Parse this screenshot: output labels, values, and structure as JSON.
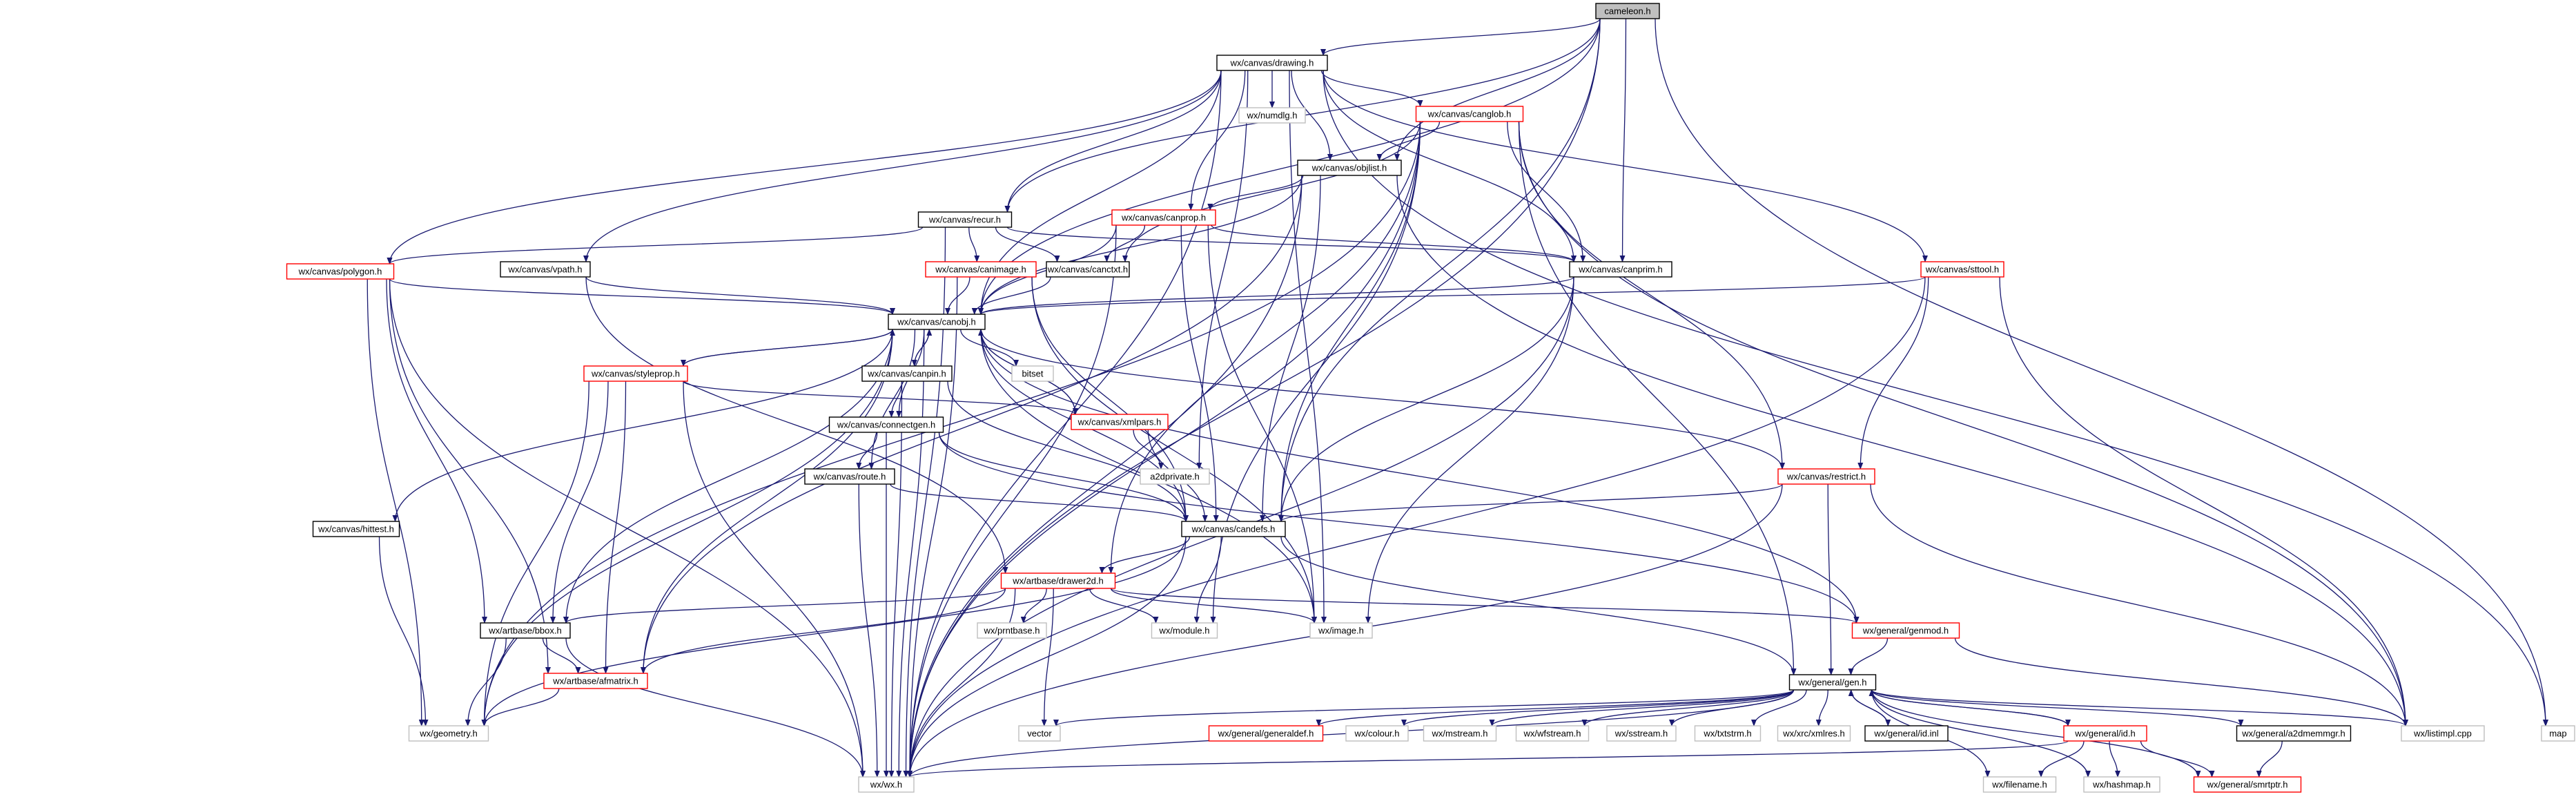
{
  "title": "cameleon.h",
  "colors": {
    "edge": "#191970",
    "black_border": "#000000",
    "red_border": "#ff0000",
    "gray_border": "#bfbfbf",
    "root_fill": "#bfbfbf",
    "node_fill": "#ffffff"
  },
  "nodes": [
    {
      "id": "cameleon",
      "label": "cameleon.h",
      "style": "root"
    },
    {
      "id": "drawing",
      "label": "wx/canvas/drawing.h",
      "style": "black"
    },
    {
      "id": "numdlg",
      "label": "wx/numdlg.h",
      "style": "gray"
    },
    {
      "id": "canglob",
      "label": "wx/canvas/canglob.h",
      "style": "red"
    },
    {
      "id": "objlist",
      "label": "wx/canvas/objlist.h",
      "style": "black"
    },
    {
      "id": "recur",
      "label": "wx/canvas/recur.h",
      "style": "black"
    },
    {
      "id": "canprop",
      "label": "wx/canvas/canprop.h",
      "style": "red"
    },
    {
      "id": "polygon",
      "label": "wx/canvas/polygon.h",
      "style": "red"
    },
    {
      "id": "vpath",
      "label": "wx/canvas/vpath.h",
      "style": "black"
    },
    {
      "id": "canimage",
      "label": "wx/canvas/canimage.h",
      "style": "red"
    },
    {
      "id": "canctxt",
      "label": "wx/canvas/canctxt.h",
      "style": "black"
    },
    {
      "id": "canprim",
      "label": "wx/canvas/canprim.h",
      "style": "black"
    },
    {
      "id": "sttool",
      "label": "wx/canvas/sttool.h",
      "style": "red"
    },
    {
      "id": "canobj",
      "label": "wx/canvas/canobj.h",
      "style": "black"
    },
    {
      "id": "styleprop",
      "label": "wx/canvas/styleprop.h",
      "style": "red"
    },
    {
      "id": "bitset",
      "label": "bitset",
      "style": "gray"
    },
    {
      "id": "canpin",
      "label": "wx/canvas/canpin.h",
      "style": "black"
    },
    {
      "id": "xmlpars",
      "label": "wx/canvas/xmlpars.h",
      "style": "red"
    },
    {
      "id": "connectgen",
      "label": "wx/canvas/connectgen.h",
      "style": "black"
    },
    {
      "id": "a2dprivate",
      "label": "a2dprivate.h",
      "style": "gray"
    },
    {
      "id": "restrict",
      "label": "wx/canvas/restrict.h",
      "style": "red"
    },
    {
      "id": "route",
      "label": "wx/canvas/route.h",
      "style": "black"
    },
    {
      "id": "hittest",
      "label": "wx/canvas/hittest.h",
      "style": "black"
    },
    {
      "id": "candefs",
      "label": "wx/canvas/candefs.h",
      "style": "black"
    },
    {
      "id": "drawer2d",
      "label": "wx/artbase/drawer2d.h",
      "style": "red"
    },
    {
      "id": "bbox",
      "label": "wx/artbase/bbox.h",
      "style": "black"
    },
    {
      "id": "prntbase",
      "label": "wx/prntbase.h",
      "style": "gray"
    },
    {
      "id": "module",
      "label": "wx/module.h",
      "style": "gray"
    },
    {
      "id": "image",
      "label": "wx/image.h",
      "style": "gray"
    },
    {
      "id": "genmod",
      "label": "wx/general/genmod.h",
      "style": "red"
    },
    {
      "id": "afmatrix",
      "label": "wx/artbase/afmatrix.h",
      "style": "red"
    },
    {
      "id": "gen",
      "label": "wx/general/gen.h",
      "style": "black"
    },
    {
      "id": "geometry",
      "label": "wx/geometry.h",
      "style": "gray"
    },
    {
      "id": "vector",
      "label": "vector",
      "style": "gray"
    },
    {
      "id": "generaldef",
      "label": "wx/general/generaldef.h",
      "style": "red"
    },
    {
      "id": "colour",
      "label": "wx/colour.h",
      "style": "gray"
    },
    {
      "id": "mstream",
      "label": "wx/mstream.h",
      "style": "gray"
    },
    {
      "id": "wfstream",
      "label": "wx/wfstream.h",
      "style": "gray"
    },
    {
      "id": "sstream",
      "label": "wx/sstream.h",
      "style": "gray"
    },
    {
      "id": "txtstrm",
      "label": "wx/txtstrm.h",
      "style": "gray"
    },
    {
      "id": "xmlres",
      "label": "wx/xrc/xmlres.h",
      "style": "gray"
    },
    {
      "id": "idinl",
      "label": "wx/general/id.inl",
      "style": "black"
    },
    {
      "id": "id",
      "label": "wx/general/id.h",
      "style": "red"
    },
    {
      "id": "a2dmemmgr",
      "label": "wx/general/a2dmemmgr.h",
      "style": "black"
    },
    {
      "id": "listimpl",
      "label": "wx/listimpl.cpp",
      "style": "gray"
    },
    {
      "id": "map",
      "label": "map",
      "style": "gray"
    },
    {
      "id": "wx",
      "label": "wx/wx.h",
      "style": "gray"
    },
    {
      "id": "filename",
      "label": "wx/filename.h",
      "style": "gray"
    },
    {
      "id": "hashmap",
      "label": "wx/hashmap.h",
      "style": "gray"
    },
    {
      "id": "smrtptr",
      "label": "wx/general/smrtptr.h",
      "style": "red"
    }
  ],
  "edges": [
    [
      "cameleon",
      "drawing"
    ],
    [
      "cameleon",
      "objlist"
    ],
    [
      "cameleon",
      "recur"
    ],
    [
      "cameleon",
      "canprim"
    ],
    [
      "cameleon",
      "candefs"
    ],
    [
      "cameleon",
      "canobj"
    ],
    [
      "cameleon",
      "wx"
    ],
    [
      "cameleon",
      "map"
    ],
    [
      "drawing",
      "numdlg"
    ],
    [
      "drawing",
      "canglob"
    ],
    [
      "drawing",
      "objlist"
    ],
    [
      "drawing",
      "recur"
    ],
    [
      "drawing",
      "canprop"
    ],
    [
      "drawing",
      "polygon"
    ],
    [
      "drawing",
      "vpath"
    ],
    [
      "drawing",
      "canprim"
    ],
    [
      "drawing",
      "sttool"
    ],
    [
      "drawing",
      "canobj"
    ],
    [
      "drawing",
      "a2dprivate"
    ],
    [
      "drawing",
      "image"
    ],
    [
      "drawing",
      "wx"
    ],
    [
      "drawing",
      "map"
    ],
    [
      "canglob",
      "objlist"
    ],
    [
      "canglob",
      "canprim"
    ],
    [
      "canglob",
      "canctxt"
    ],
    [
      "canglob",
      "candefs"
    ],
    [
      "canglob",
      "restrict"
    ],
    [
      "canglob",
      "drawer2d"
    ],
    [
      "canglob",
      "module"
    ],
    [
      "canglob",
      "gen"
    ],
    [
      "canglob",
      "geometry"
    ],
    [
      "canglob",
      "wx"
    ],
    [
      "canglob",
      "listimpl"
    ],
    [
      "objlist",
      "canprop"
    ],
    [
      "objlist",
      "canobj"
    ],
    [
      "objlist",
      "candefs"
    ],
    [
      "objlist",
      "afmatrix"
    ],
    [
      "objlist",
      "wx"
    ],
    [
      "objlist",
      "listimpl"
    ],
    [
      "recur",
      "canimage"
    ],
    [
      "recur",
      "canctxt"
    ],
    [
      "recur",
      "canprim"
    ],
    [
      "recur",
      "polygon"
    ],
    [
      "recur",
      "wx"
    ],
    [
      "canprop",
      "canctxt"
    ],
    [
      "canprop",
      "canobj"
    ],
    [
      "canprop",
      "candefs"
    ],
    [
      "canprop",
      "canprim"
    ],
    [
      "canprop",
      "image"
    ],
    [
      "canprop",
      "wx"
    ],
    [
      "polygon",
      "canobj"
    ],
    [
      "polygon",
      "bbox"
    ],
    [
      "polygon",
      "afmatrix"
    ],
    [
      "polygon",
      "geometry"
    ],
    [
      "polygon",
      "wx"
    ],
    [
      "vpath",
      "canobj"
    ],
    [
      "vpath",
      "drawer2d"
    ],
    [
      "canimage",
      "canobj"
    ],
    [
      "canimage",
      "candefs"
    ],
    [
      "canimage",
      "image"
    ],
    [
      "canimage",
      "wx"
    ],
    [
      "canctxt",
      "canobj"
    ],
    [
      "canprim",
      "canobj"
    ],
    [
      "canprim",
      "candefs"
    ],
    [
      "canprim",
      "image"
    ],
    [
      "canprim",
      "wx"
    ],
    [
      "sttool",
      "canobj"
    ],
    [
      "sttool",
      "restrict"
    ],
    [
      "sttool",
      "wx"
    ],
    [
      "sttool",
      "listimpl"
    ],
    [
      "canobj",
      "styleprop"
    ],
    [
      "canobj",
      "bitset"
    ],
    [
      "canobj",
      "canpin"
    ],
    [
      "canobj",
      "xmlpars"
    ],
    [
      "canobj",
      "connectgen"
    ],
    [
      "canobj",
      "restrict"
    ],
    [
      "canobj",
      "route"
    ],
    [
      "canobj",
      "hittest"
    ],
    [
      "canobj",
      "candefs"
    ],
    [
      "canobj",
      "bbox"
    ],
    [
      "canobj",
      "afmatrix"
    ],
    [
      "canobj",
      "genmod"
    ],
    [
      "canobj",
      "geometry"
    ],
    [
      "canobj",
      "image"
    ],
    [
      "canobj",
      "wx"
    ],
    [
      "styleprop",
      "canobj"
    ],
    [
      "styleprop",
      "xmlpars"
    ],
    [
      "styleprop",
      "bbox"
    ],
    [
      "styleprop",
      "afmatrix"
    ],
    [
      "styleprop",
      "geometry"
    ],
    [
      "styleprop",
      "wx"
    ],
    [
      "canpin",
      "canobj"
    ],
    [
      "canpin",
      "connectgen"
    ],
    [
      "canpin",
      "candefs"
    ],
    [
      "canpin",
      "wx"
    ],
    [
      "xmlpars",
      "canobj"
    ],
    [
      "xmlpars",
      "a2dprivate"
    ],
    [
      "xmlpars",
      "candefs"
    ],
    [
      "connectgen",
      "route"
    ],
    [
      "connectgen",
      "candefs"
    ],
    [
      "connectgen",
      "genmod"
    ],
    [
      "connectgen",
      "wx"
    ],
    [
      "restrict",
      "candefs"
    ],
    [
      "restrict",
      "gen"
    ],
    [
      "restrict",
      "wx"
    ],
    [
      "restrict",
      "listimpl"
    ],
    [
      "route",
      "candefs"
    ],
    [
      "route",
      "wx"
    ],
    [
      "hittest",
      "geometry"
    ],
    [
      "candefs",
      "drawer2d"
    ],
    [
      "candefs",
      "module"
    ],
    [
      "candefs",
      "gen"
    ],
    [
      "candefs",
      "geometry"
    ],
    [
      "candefs",
      "wx"
    ],
    [
      "drawer2d",
      "bbox"
    ],
    [
      "drawer2d",
      "prntbase"
    ],
    [
      "drawer2d",
      "module"
    ],
    [
      "drawer2d",
      "image"
    ],
    [
      "drawer2d",
      "genmod"
    ],
    [
      "drawer2d",
      "afmatrix"
    ],
    [
      "drawer2d",
      "vector"
    ],
    [
      "drawer2d",
      "wx"
    ],
    [
      "bbox",
      "afmatrix"
    ],
    [
      "bbox",
      "geometry"
    ],
    [
      "bbox",
      "wx"
    ],
    [
      "afmatrix",
      "geometry"
    ],
    [
      "genmod",
      "gen"
    ],
    [
      "genmod",
      "listimpl"
    ],
    [
      "gen",
      "vector"
    ],
    [
      "gen",
      "generaldef"
    ],
    [
      "gen",
      "colour"
    ],
    [
      "gen",
      "mstream"
    ],
    [
      "gen",
      "wfstream"
    ],
    [
      "gen",
      "sstream"
    ],
    [
      "gen",
      "txtstrm"
    ],
    [
      "gen",
      "xmlres"
    ],
    [
      "gen",
      "idinl"
    ],
    [
      "gen",
      "id"
    ],
    [
      "gen",
      "a2dmemmgr"
    ],
    [
      "gen",
      "listimpl"
    ],
    [
      "gen",
      "wx"
    ],
    [
      "gen",
      "smrtptr"
    ],
    [
      "gen",
      "filename"
    ],
    [
      "gen",
      "hashmap"
    ],
    [
      "idinl",
      "gen"
    ],
    [
      "id",
      "wx"
    ],
    [
      "id",
      "filename"
    ],
    [
      "id",
      "hashmap"
    ],
    [
      "id",
      "smrtptr"
    ],
    [
      "id",
      "gen"
    ],
    [
      "a2dmemmgr",
      "smrtptr"
    ]
  ]
}
